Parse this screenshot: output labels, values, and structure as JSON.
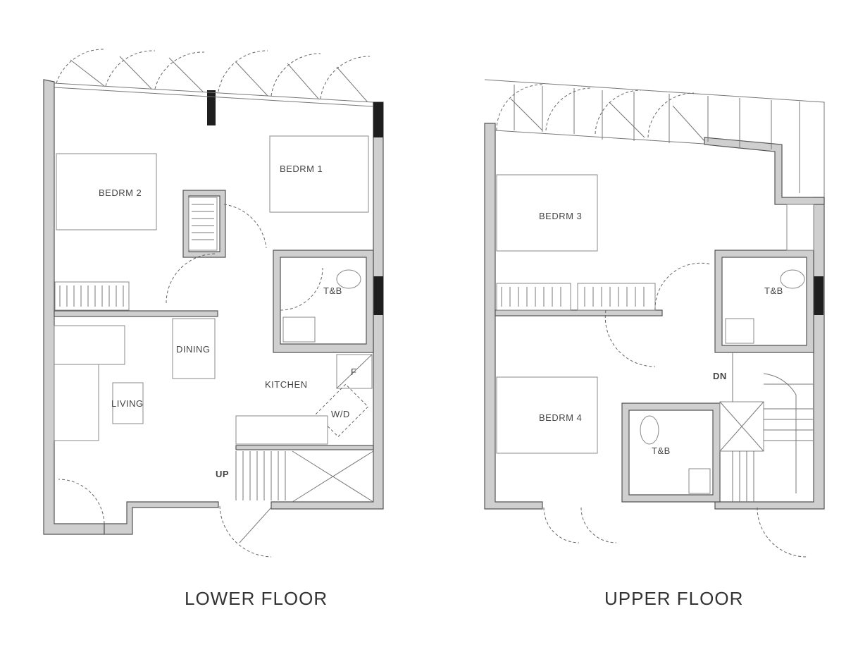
{
  "lower_floor": {
    "title": "LOWER FLOOR",
    "rooms": {
      "bedroom2": "BEDRM 2",
      "bedroom1": "BEDRM 1",
      "dining": "DINING",
      "kitchen": "KITCHEN",
      "living": "LIVING",
      "washer_dryer": "W/D",
      "fridge": "F",
      "toilet_bath": "T&B"
    },
    "stair_label": "UP"
  },
  "upper_floor": {
    "title": "UPPER FLOOR",
    "rooms": {
      "bedroom3": "BEDRM 3",
      "bedroom4": "BEDRM 4",
      "toilet_bath_1": "T&B",
      "toilet_bath_2": "T&B"
    },
    "stair_label": "DN"
  }
}
